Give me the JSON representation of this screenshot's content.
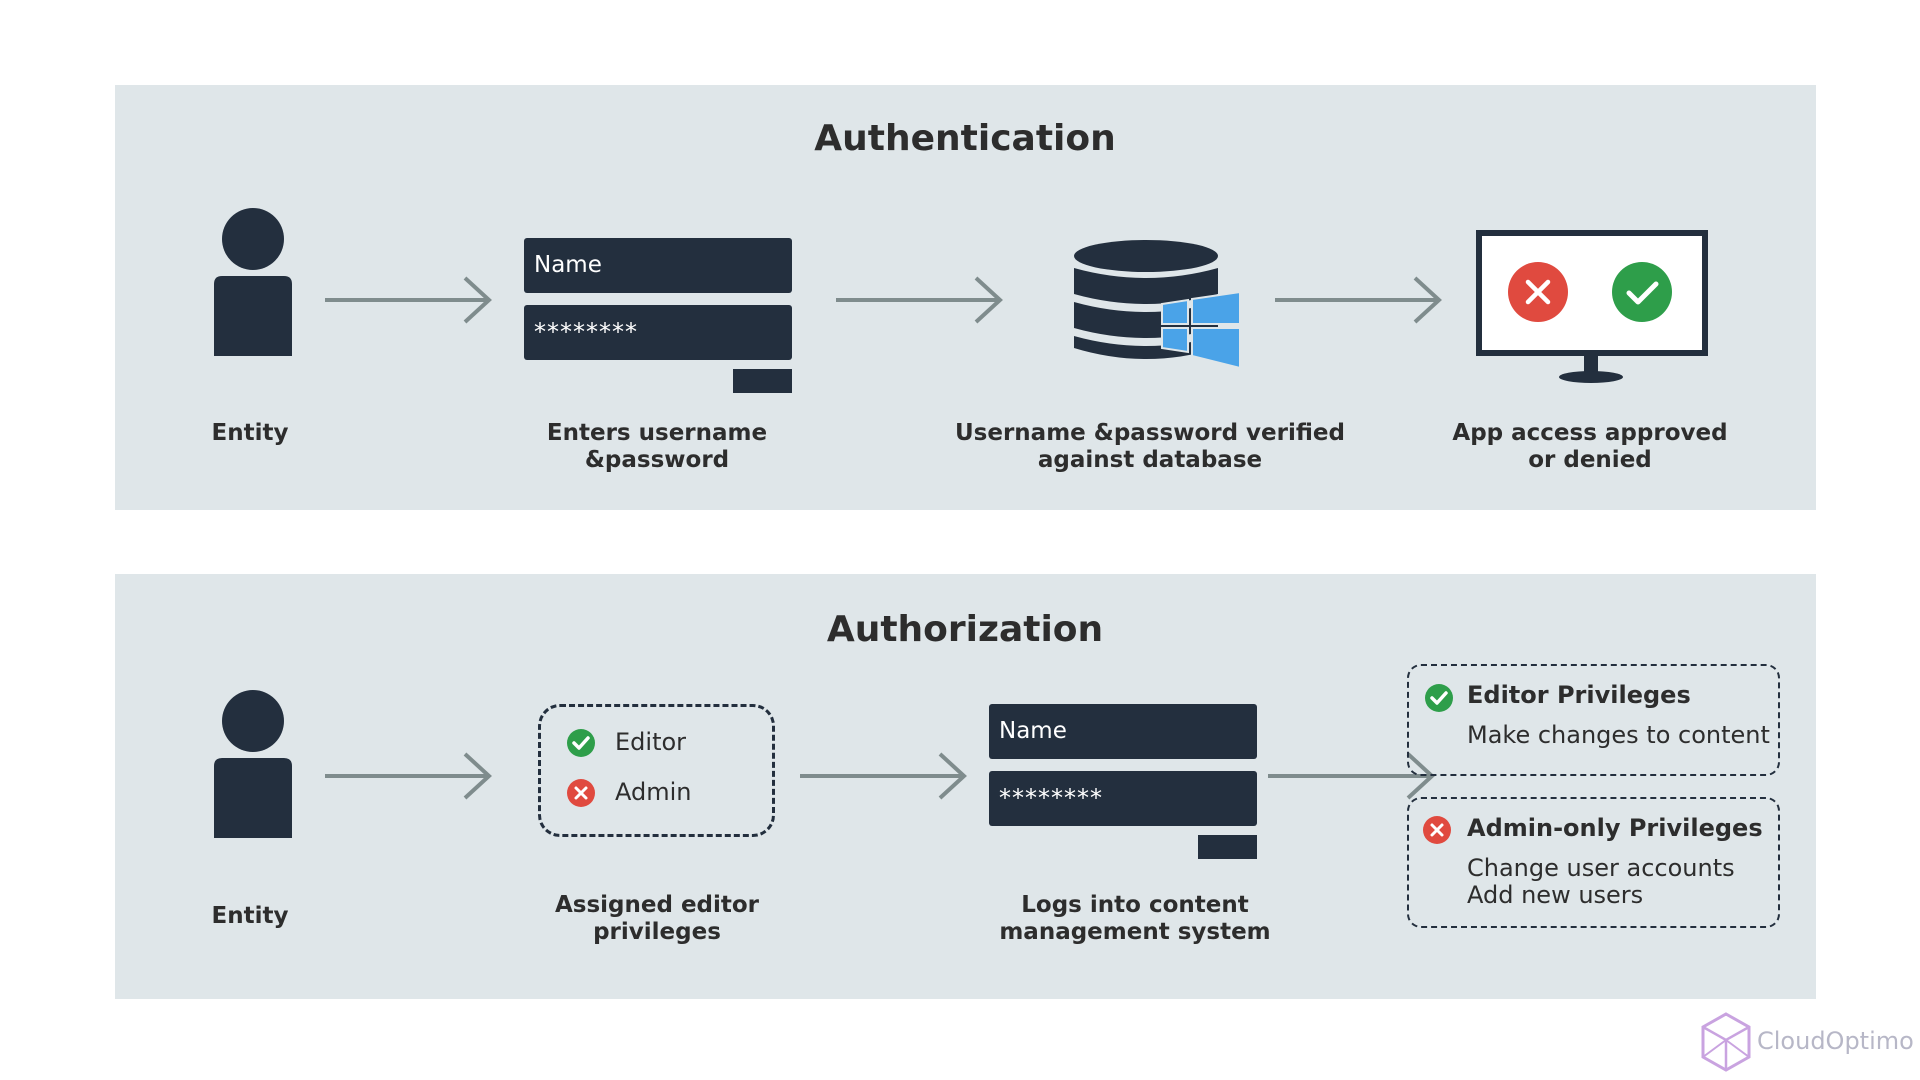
{
  "authentication": {
    "title": "Authentication",
    "entity_label": "Entity",
    "form": {
      "name_field": "Name",
      "password_field": "********"
    },
    "form_caption_line1": "Enters username",
    "form_caption_line2": "&password",
    "database_caption_line1": "Username &password verified",
    "database_caption_line2": "against database",
    "result_caption_line1": "App access approved",
    "result_caption_line2": "or denied"
  },
  "authorization": {
    "title": "Authorization",
    "entity_label": "Entity",
    "roles": [
      {
        "label": "Editor",
        "status": "allowed"
      },
      {
        "label": "Admin",
        "status": "denied"
      }
    ],
    "roles_caption_line1": "Assigned editor",
    "roles_caption_line2": "privileges",
    "form": {
      "name_field": "Name",
      "password_field": "********"
    },
    "form_caption_line1": "Logs into content",
    "form_caption_line2": "management system",
    "privileges": [
      {
        "title": "Editor Privileges",
        "status": "allowed",
        "descriptions": [
          "Make changes to content"
        ]
      },
      {
        "title": "Admin-only Privileges",
        "status": "denied",
        "descriptions": [
          "Change user accounts",
          "Add new users"
        ]
      }
    ]
  },
  "brand": {
    "name": "CloudOptimo"
  },
  "colors": {
    "panel": "#dfe6e9",
    "dark": "#232f3e",
    "arrow": "#7f8c8d",
    "allowed": "#2e9e4a",
    "denied": "#e04a3f",
    "windows_blue": "#4aa3e8",
    "brand": "#c9a3e0"
  }
}
